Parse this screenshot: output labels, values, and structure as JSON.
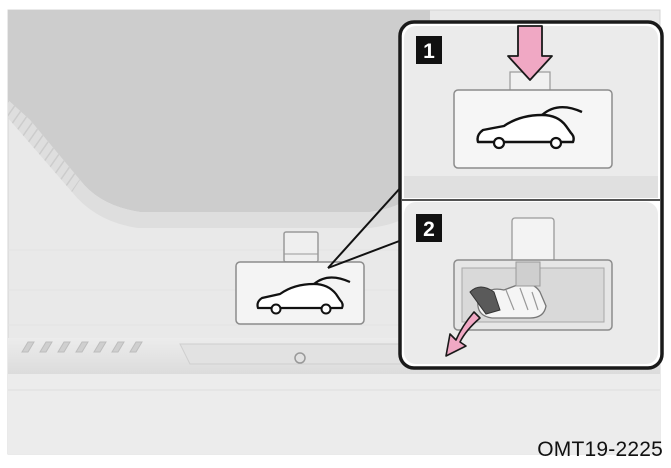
{
  "figure": {
    "steps": [
      {
        "number": "1",
        "action": "press-down"
      },
      {
        "number": "2",
        "action": "pull-release"
      }
    ],
    "code": "OMT19-2225"
  },
  "colors": {
    "arrow_pink": "#f0a8c4",
    "frame": "#1a1a1a",
    "panel_gray": "#e7e7e7",
    "glass_gray": "#cfcfcf",
    "badge": "#111111"
  }
}
